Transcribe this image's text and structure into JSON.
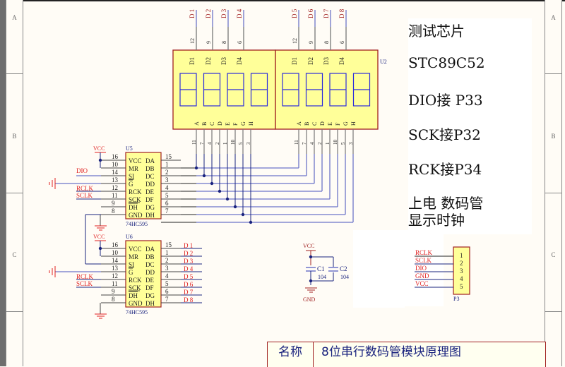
{
  "zones": [
    "A",
    "B",
    "C"
  ],
  "notes": [
    "测试芯片",
    "STC89C52",
    "DIO接 P33",
    "SCK接P32",
    "RCK接P34",
    " 上电 数码管",
    "显示时钟"
  ],
  "title_block": {
    "name_label": "名称",
    "name_value": "8位串行数码管模块原理图"
  },
  "display": {
    "designator": "U2",
    "digit_labels": [
      "D1",
      "D2",
      "D3",
      "D4"
    ],
    "segment_labels": [
      "A",
      "B",
      "C",
      "D",
      "E",
      "F",
      "G",
      "H"
    ],
    "top_pins": [
      "12",
      "9",
      "8",
      "6"
    ],
    "bottom_pins": [
      "11",
      "7",
      "4",
      "2",
      "1",
      "10",
      "5",
      "3"
    ],
    "net_left": [
      "D 1",
      "D 2",
      "D 3",
      "D 4"
    ],
    "net_right": [
      "D 5",
      "D 6",
      "D 7",
      "D 8"
    ]
  },
  "shift_registers": [
    {
      "designator": "U5",
      "part": "74HC595"
    },
    {
      "designator": "U6",
      "part": "74HC595"
    }
  ],
  "ic_pins_left": [
    {
      "num": "16",
      "name": "VCC"
    },
    {
      "num": "10",
      "name": "MR"
    },
    {
      "num": "14",
      "name": "SI"
    },
    {
      "num": "13",
      "name": "G"
    },
    {
      "num": "12",
      "name": "RCK"
    },
    {
      "num": "11",
      "name": "SCK"
    },
    {
      "num": "9",
      "name": "DH"
    },
    {
      "num": "8",
      "name": "GND"
    }
  ],
  "ic_pins_right": [
    {
      "num": "15",
      "name": "DA"
    },
    {
      "num": "1",
      "name": "DB"
    },
    {
      "num": "2",
      "name": "DC"
    },
    {
      "num": "3",
      "name": "DD"
    },
    {
      "num": "4",
      "name": "DE"
    },
    {
      "num": "5",
      "name": "DF"
    },
    {
      "num": "6",
      "name": "DG"
    },
    {
      "num": "7",
      "name": "DH"
    }
  ],
  "net_labels": {
    "vcc": "VCC",
    "gnd": "GND",
    "dio": "DIO",
    "rclk": "RCLK",
    "sclk": "SCLK"
  },
  "u6_outputs": [
    "D 1",
    "D 2",
    "D 3",
    "D 4",
    "D 5",
    "D 6",
    "D 7",
    "D 8"
  ],
  "capacitors": [
    {
      "ref": "C1",
      "value": "104"
    },
    {
      "ref": "C2",
      "value": "104"
    }
  ],
  "connector": {
    "designator": "P3",
    "pins": [
      {
        "num": "1",
        "net": "RCLK"
      },
      {
        "num": "2",
        "net": "SCLK"
      },
      {
        "num": "3",
        "net": "DIO"
      },
      {
        "num": "4",
        "net": "GND"
      },
      {
        "num": "5",
        "net": "VCC"
      }
    ]
  },
  "colors": {
    "wire": "#1a237e",
    "wire_light": "#6c74c9",
    "pin": "#777777",
    "net": "#e02020",
    "body": "#a02020",
    "fill": "#ffff99",
    "segment": "#2b2bdc",
    "power": "#a02020"
  }
}
